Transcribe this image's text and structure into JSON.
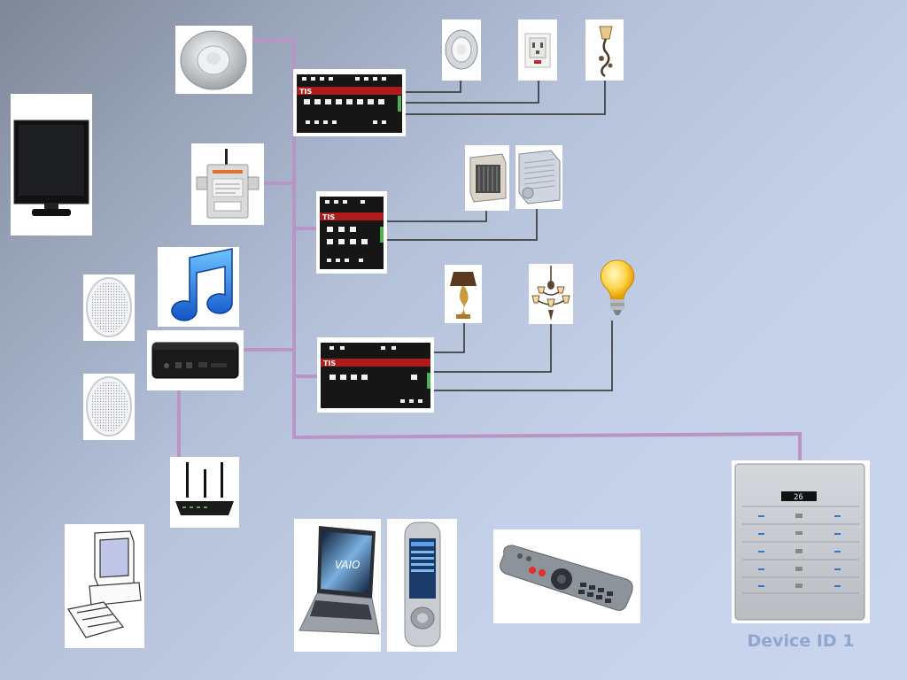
{
  "diagram": {
    "panel_label": "Device ID 1",
    "panel_display_value": "26",
    "relay_brand": "TIS",
    "colors": {
      "bus_wire": "#b795c4",
      "load_wire": "#2a2a2a",
      "label": "#8fa6cf"
    },
    "devices": [
      {
        "id": "motion-sensor",
        "icon": "ceiling-sensor-icon"
      },
      {
        "id": "lcd-tv",
        "icon": "tv-monitor-icon"
      },
      {
        "id": "gsm-port",
        "icon": "gsm-modem-icon"
      },
      {
        "id": "music-note",
        "icon": "music-note-icon"
      },
      {
        "id": "ceiling-speaker-top",
        "icon": "ceiling-speaker-icon"
      },
      {
        "id": "ceiling-speaker-bottom",
        "icon": "ceiling-speaker-icon"
      },
      {
        "id": "media-player",
        "icon": "media-box-icon"
      },
      {
        "id": "wifi-router",
        "icon": "router-icon"
      },
      {
        "id": "desktop-computer",
        "icon": "desktop-pc-icon"
      },
      {
        "id": "laptop",
        "icon": "laptop-icon"
      },
      {
        "id": "smartphone",
        "icon": "smartphone-icon"
      },
      {
        "id": "ir-remote",
        "icon": "remote-control-icon"
      },
      {
        "id": "relay-module-1",
        "icon": "relay-module-icon"
      },
      {
        "id": "relay-module-2",
        "icon": "relay-module-icon"
      },
      {
        "id": "dimmer-module-3",
        "icon": "relay-module-icon"
      },
      {
        "id": "downlight",
        "icon": "downlight-icon"
      },
      {
        "id": "wall-socket",
        "icon": "power-socket-icon"
      },
      {
        "id": "wall-sconce",
        "icon": "wall-lamp-icon"
      },
      {
        "id": "ac-unit",
        "icon": "air-conditioner-icon"
      },
      {
        "id": "fan-coil",
        "icon": "fan-coil-icon"
      },
      {
        "id": "table-lamp",
        "icon": "table-lamp-icon"
      },
      {
        "id": "chandelier",
        "icon": "chandelier-icon"
      },
      {
        "id": "light-bulb",
        "icon": "light-bulb-icon"
      },
      {
        "id": "wall-panel",
        "icon": "wall-panel-icon"
      }
    ]
  }
}
